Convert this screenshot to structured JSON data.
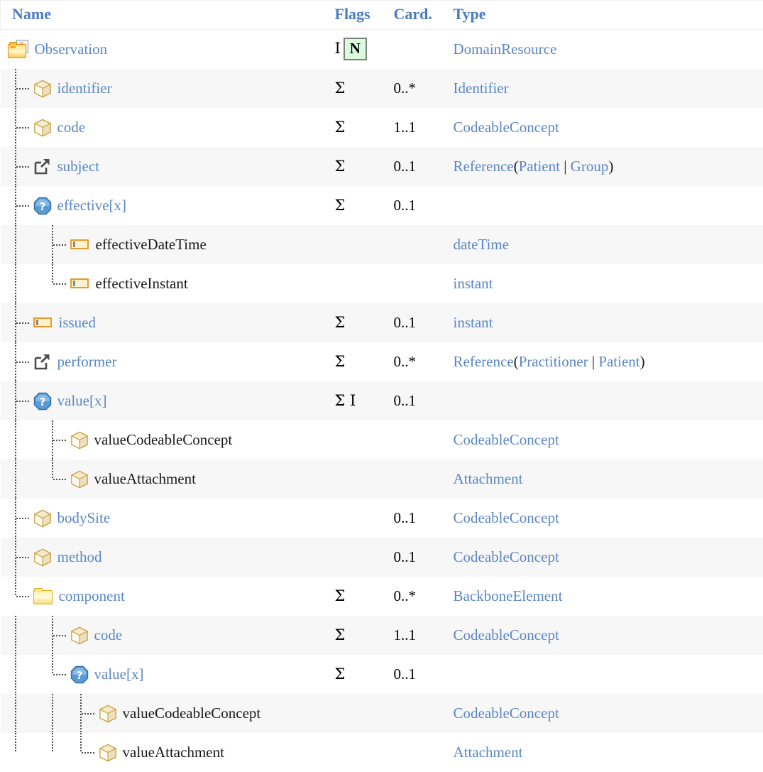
{
  "table": {
    "headers": {
      "name": "Name",
      "flags": "Flags",
      "card": "Card.",
      "type": "Type"
    },
    "colors": {
      "link": "#5a87c5",
      "header_text": "#4a7cc0",
      "row_alt_bg": "#f7f7f7",
      "row_bg": "#ffffff",
      "badge_n_bg": "#dcfadc",
      "badge_n_border": "#808080"
    },
    "flag_symbols": {
      "summary": "Σ",
      "constraint": "I",
      "normative": "N"
    },
    "rows": [
      {
        "name": "Observation",
        "icon": "resource-icon",
        "depth": 0,
        "flags": "I",
        "badge": "N",
        "card": "",
        "type": "DomainResource",
        "type_link": true,
        "shade": false
      },
      {
        "name": "identifier",
        "icon": "datatype-icon",
        "depth": 1,
        "flags": "Σ",
        "badge": "",
        "card": "0..*",
        "type": "Identifier",
        "type_link": true,
        "shade": true
      },
      {
        "name": "code",
        "icon": "datatype-icon",
        "depth": 1,
        "flags": "Σ",
        "badge": "",
        "card": "1..1",
        "type": "CodeableConcept",
        "type_link": true,
        "shade": false
      },
      {
        "name": "subject",
        "icon": "reference-icon",
        "depth": 1,
        "flags": "Σ",
        "badge": "",
        "card": "0..1",
        "type": "Reference(Patient | Group)",
        "type_parts": [
          {
            "t": "Reference",
            "link": true
          },
          {
            "t": "(",
            "link": false
          },
          {
            "t": "Patient",
            "link": true
          },
          {
            "t": " | ",
            "link": false
          },
          {
            "t": "Group",
            "link": true
          },
          {
            "t": ")",
            "link": false
          }
        ],
        "shade": true
      },
      {
        "name": "effective[x]",
        "icon": "choice-icon",
        "depth": 1,
        "flags": "Σ",
        "badge": "",
        "card": "0..1",
        "type": "",
        "shade": false
      },
      {
        "name": "effectiveDateTime",
        "icon": "primitive-icon",
        "depth": 2,
        "flags": "",
        "badge": "",
        "card": "",
        "type": "dateTime",
        "type_link": true,
        "name_plain": true,
        "shade": true
      },
      {
        "name": "effectiveInstant",
        "icon": "primitive-icon",
        "depth": 2,
        "flags": "",
        "badge": "",
        "card": "",
        "type": "instant",
        "type_link": true,
        "name_plain": true,
        "shade": false
      },
      {
        "name": "issued",
        "icon": "primitive-icon",
        "depth": 1,
        "flags": "Σ",
        "badge": "",
        "card": "0..1",
        "type": "instant",
        "type_link": true,
        "shade": true
      },
      {
        "name": "performer",
        "icon": "reference-icon",
        "depth": 1,
        "flags": "Σ",
        "badge": "",
        "card": "0..*",
        "type": "Reference(Practitioner | Patient)",
        "type_parts": [
          {
            "t": "Reference",
            "link": true
          },
          {
            "t": "(",
            "link": false
          },
          {
            "t": "Practitioner",
            "link": true
          },
          {
            "t": " | ",
            "link": false
          },
          {
            "t": "Patient",
            "link": true
          },
          {
            "t": ")",
            "link": false
          }
        ],
        "shade": false
      },
      {
        "name": "value[x]",
        "icon": "choice-icon",
        "depth": 1,
        "flags": "Σ I",
        "badge": "",
        "card": "0..1",
        "type": "",
        "shade": true
      },
      {
        "name": "valueCodeableConcept",
        "icon": "datatype-icon",
        "depth": 2,
        "flags": "",
        "badge": "",
        "card": "",
        "type": "CodeableConcept",
        "type_link": true,
        "name_plain": true,
        "shade": false
      },
      {
        "name": "valueAttachment",
        "icon": "datatype-icon",
        "depth": 2,
        "flags": "",
        "badge": "",
        "card": "",
        "type": "Attachment",
        "type_link": true,
        "name_plain": true,
        "shade": true
      },
      {
        "name": "bodySite",
        "icon": "datatype-icon",
        "depth": 1,
        "flags": "",
        "badge": "",
        "card": "0..1",
        "type": "CodeableConcept",
        "type_link": true,
        "shade": false
      },
      {
        "name": "method",
        "icon": "datatype-icon",
        "depth": 1,
        "flags": "",
        "badge": "",
        "card": "0..1",
        "type": "CodeableConcept",
        "type_link": true,
        "shade": true
      },
      {
        "name": "component",
        "icon": "backbone-icon",
        "depth": 1,
        "flags": "Σ",
        "badge": "",
        "card": "0..*",
        "type": "BackboneElement",
        "type_link": true,
        "shade": false
      },
      {
        "name": "code",
        "icon": "datatype-icon",
        "depth": 2,
        "flags": "Σ",
        "badge": "",
        "card": "1..1",
        "type": "CodeableConcept",
        "type_link": true,
        "shade": true
      },
      {
        "name": "value[x]",
        "icon": "choice-icon",
        "depth": 2,
        "flags": "Σ",
        "badge": "",
        "card": "0..1",
        "type": "",
        "shade": false
      },
      {
        "name": "valueCodeableConcept",
        "icon": "datatype-icon",
        "depth": 3,
        "flags": "",
        "badge": "",
        "card": "",
        "type": "CodeableConcept",
        "type_link": true,
        "name_plain": true,
        "shade": true
      },
      {
        "name": "valueAttachment",
        "icon": "datatype-icon",
        "depth": 3,
        "flags": "",
        "badge": "",
        "card": "",
        "type": "Attachment",
        "type_link": true,
        "name_plain": true,
        "shade": false
      }
    ]
  }
}
